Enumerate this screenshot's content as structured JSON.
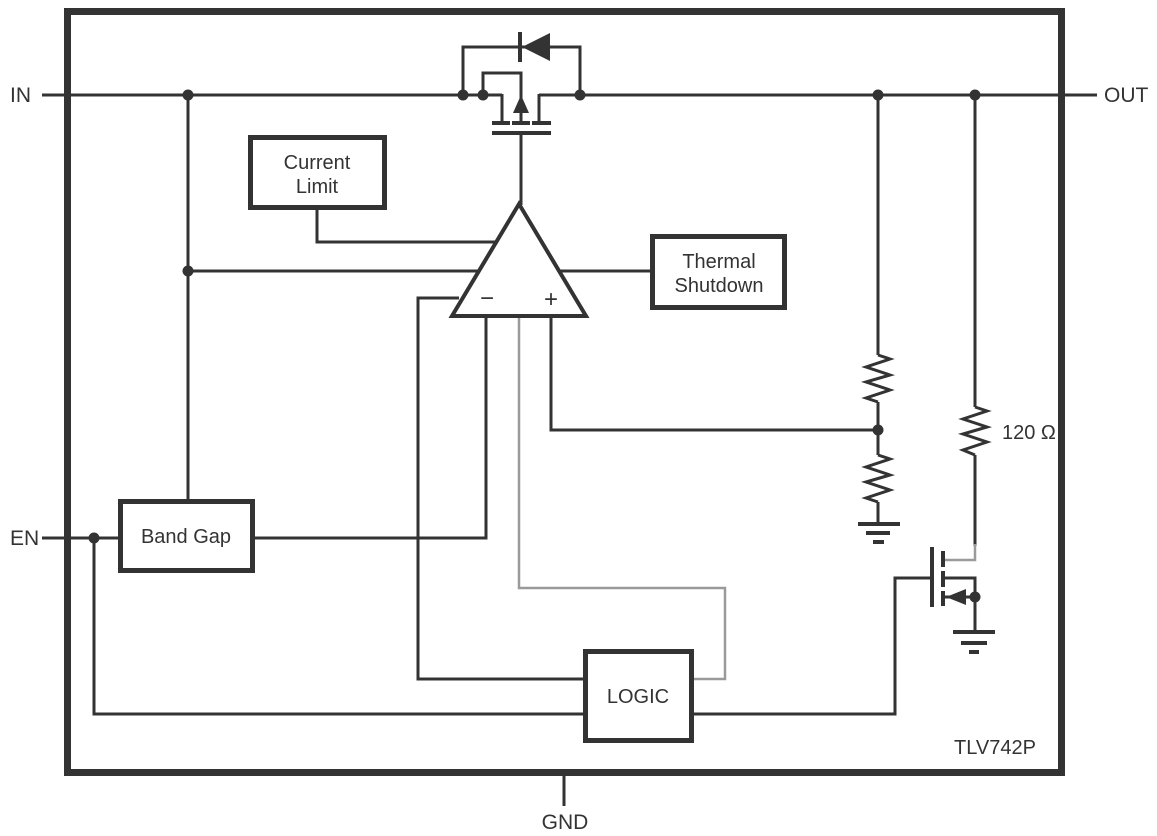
{
  "diagram": {
    "part_number": "TLV742P",
    "pins": {
      "in": "IN",
      "out": "OUT",
      "en": "EN",
      "gnd": "GND"
    },
    "blocks": {
      "current_limit": {
        "line1": "Current",
        "line2": "Limit"
      },
      "thermal_shutdown": {
        "line1": "Thermal",
        "line2": "Shutdown"
      },
      "band_gap": {
        "label": "Band Gap"
      },
      "logic": {
        "label": "LOGIC"
      }
    },
    "amplifier": {
      "minus": "−",
      "plus": "+"
    },
    "labels": {
      "resistor_value": "120 Ω"
    },
    "colors": {
      "line": "#333333",
      "secondary_line": "#9a9a9a",
      "background": "#ffffff",
      "text": "#333333"
    }
  }
}
